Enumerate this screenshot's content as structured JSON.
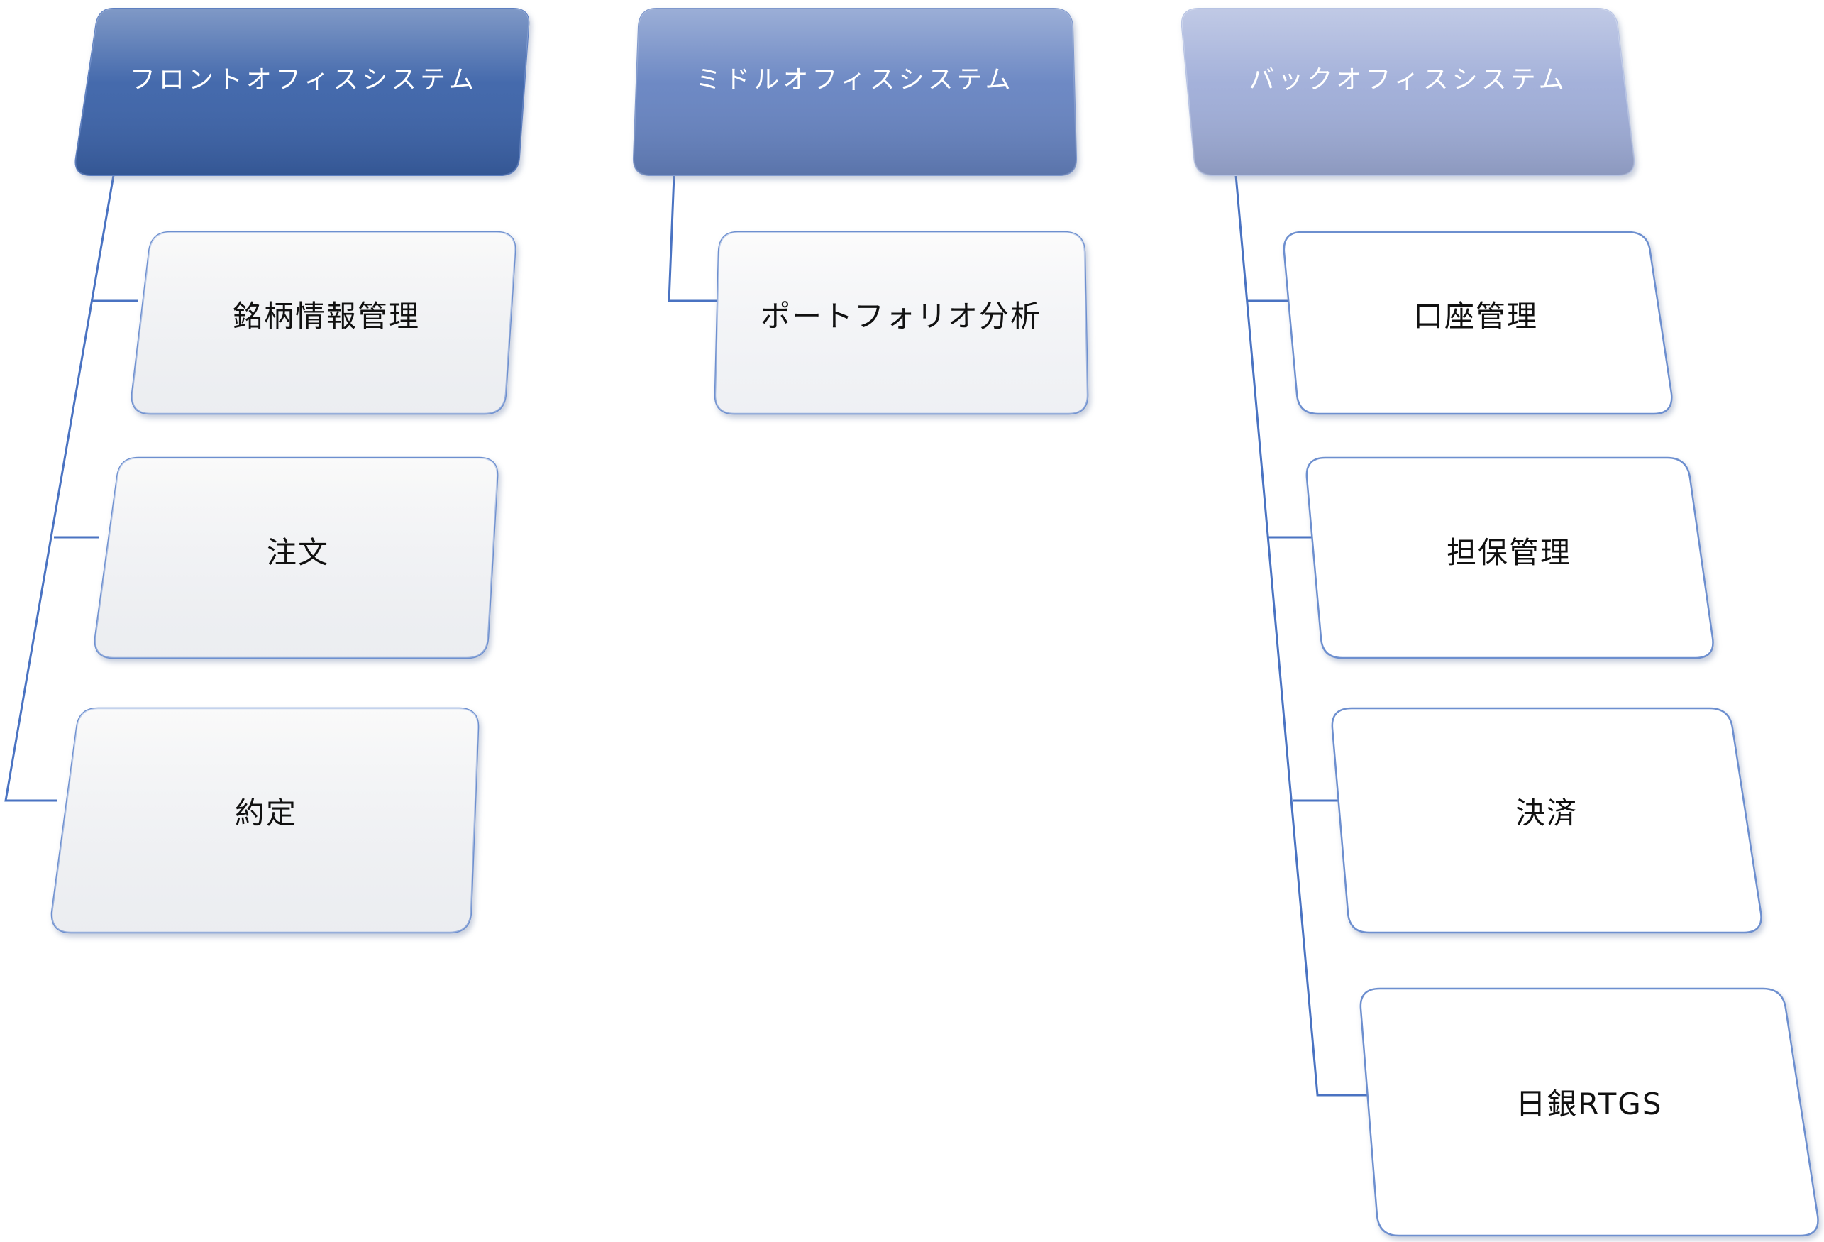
{
  "diagram": {
    "columns": [
      {
        "title": "フロントオフィスシステム",
        "color": "#3a62a8",
        "children": [
          "銘柄情報管理",
          "注文",
          "約定"
        ]
      },
      {
        "title": "ミドルオフィスシステム",
        "color": "#6683c1",
        "children": [
          "ポートフォリオ分析"
        ]
      },
      {
        "title": "バックオフィスシステム",
        "color": "#9fadd8",
        "children": [
          "口座管理",
          "担保管理",
          "決済",
          "日銀RTGS"
        ]
      }
    ],
    "colors": {
      "connector": "#4a73c2",
      "child_fill_front": "#f2f2f2",
      "child_fill_middle": "#f7f7f7",
      "child_fill_back": "#ffffff",
      "child_border": "#6d8fcf"
    }
  }
}
